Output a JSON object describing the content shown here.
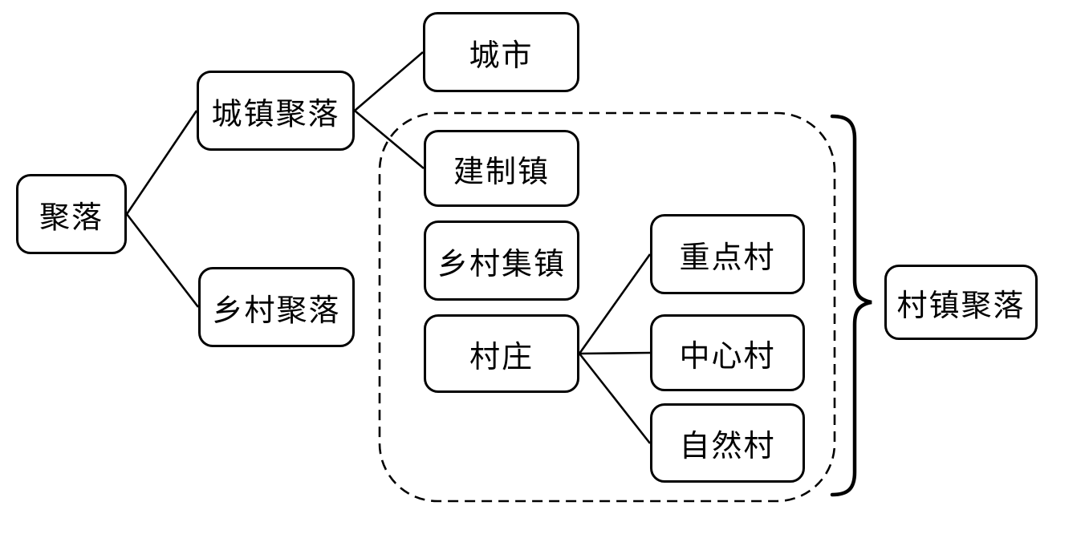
{
  "diagram": {
    "nodes": {
      "root": {
        "label": "聚落"
      },
      "urban": {
        "label": "城镇聚落"
      },
      "rural": {
        "label": "乡村聚落"
      },
      "city": {
        "label": "城市"
      },
      "designated_town": {
        "label": "建制镇"
      },
      "rural_market": {
        "label": "乡村集镇"
      },
      "village": {
        "label": "村庄"
      },
      "key_village": {
        "label": "重点村"
      },
      "central_village": {
        "label": "中心村"
      },
      "natural_village": {
        "label": "自然村"
      },
      "village_town": {
        "label": "村镇聚落"
      }
    },
    "edges": [
      {
        "from": "聚落",
        "to": "城镇聚落"
      },
      {
        "from": "聚落",
        "to": "乡村聚落"
      },
      {
        "from": "城镇聚落",
        "to": "城市"
      },
      {
        "from": "城镇聚落",
        "to": "建制镇"
      },
      {
        "from": "村庄",
        "to": "重点村"
      },
      {
        "from": "村庄",
        "to": "中心村"
      },
      {
        "from": "村庄",
        "to": "自然村"
      }
    ],
    "dashed_group": {
      "members": [
        "建制镇",
        "乡村集镇",
        "村庄",
        "重点村",
        "中心村",
        "自然村"
      ],
      "brace_label": "村镇聚落"
    },
    "colors": {
      "line": "#000000",
      "box_border": "#000000",
      "box_background": "#ffffff",
      "text": "#000000",
      "page_background": "#ffffff"
    }
  }
}
